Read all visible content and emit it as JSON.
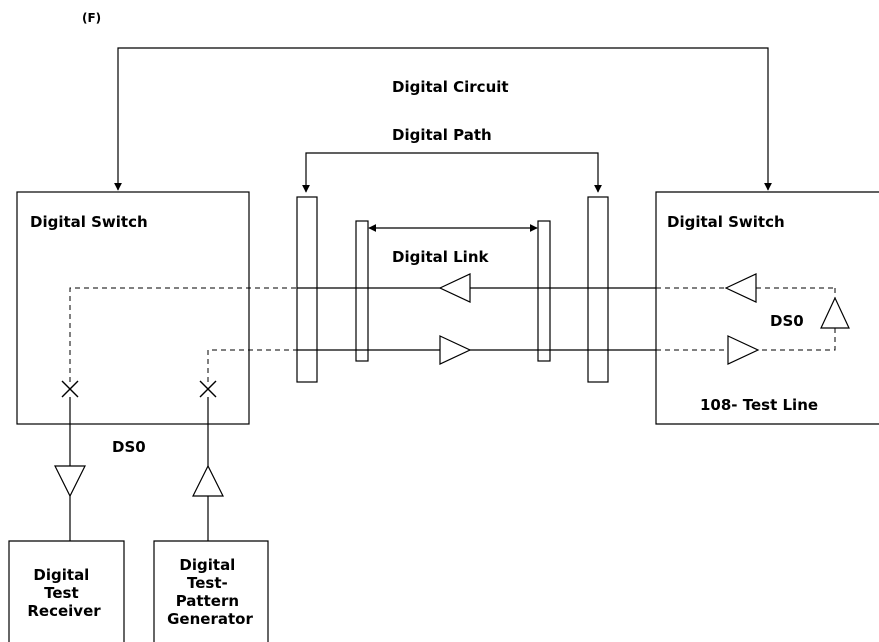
{
  "figure_label": "(F)",
  "labels": {
    "digital_circuit": "Digital Circuit",
    "digital_path": "Digital Path",
    "digital_link": "Digital Link",
    "left_switch": "Digital Switch",
    "right_switch": "Digital Switch",
    "ds0_right": "DS0",
    "ds0_left": "DS0",
    "test_line": "108- Test Line",
    "receiver": [
      "Digital",
      "Test",
      "Receiver"
    ],
    "generator": [
      "Digital",
      "Test-",
      "Pattern",
      "Generator"
    ]
  },
  "colors": {
    "line": "#000000",
    "background": "#ffffff"
  }
}
